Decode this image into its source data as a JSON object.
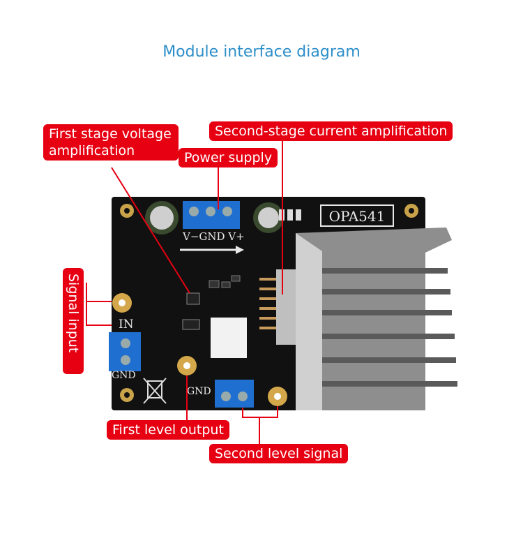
{
  "title": "Module interface diagram",
  "labels": {
    "first_stage": "First stage voltage\n amplification",
    "second_stage": "Second-stage current amplification",
    "power_supply": "Power supply",
    "signal_input": "Signal input",
    "first_level_output": "First level output",
    "second_level_signal": "Second level signal"
  },
  "board_text": {
    "chip_name": "OPA541",
    "power_pins": "V−GND V+",
    "in_label": "IN",
    "gnd_left": "GND",
    "gnd_mid": "GND"
  },
  "colors": {
    "tag_red": "#e60012",
    "title_blue": "#2d8fc9",
    "pcb_black": "#111111",
    "terminal_blue": "#1f6fd0"
  }
}
